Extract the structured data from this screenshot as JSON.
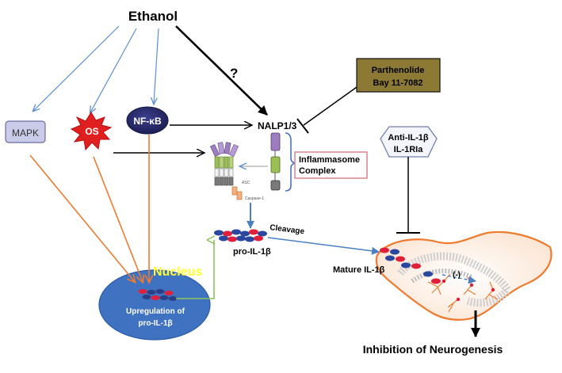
{
  "labels": {
    "ethanol": "Ethanol",
    "question": "?",
    "mapk": "MAPK",
    "os": "OS",
    "nfkb": "NF-κB",
    "nalp": "NALP1/3",
    "parthenolide": "Parthenolide",
    "bay": "Bay  11-7082",
    "anti_il1b": "Anti-IL-1β",
    "il1ria": "IL-1RIa",
    "inflammasome_line1": "Inflammasome",
    "inflammasome_line2": "Complex",
    "asc": "ASC",
    "caspase": "Caspase-1",
    "cleavage": "Cleavage",
    "pro_il1b": "pro-IL-1β",
    "mature_il1b": "Mature IL-1β",
    "minus": "(-)",
    "nucleus": "Nucleus",
    "upregulation_line1": "Upregulation of",
    "upregulation_line2": "pro-IL-1β",
    "inhibition": "Inhibition of Neurogenesis"
  },
  "colors": {
    "blue_arrow": "#5b8fd0",
    "orange_arrow": "#ee7b30",
    "green_arrow": "#8ac45a",
    "nucleus_fill": "#3f72c0",
    "nucleus_label": "#ffff33",
    "os_fill": "#e02020",
    "nfkb_fill": "#2b2d6e",
    "mapk_fill": "#c9cbe8",
    "inhibitor_box": "#8c7a34",
    "pink_border": "#d87a86",
    "purple": "#9d7cc0",
    "green_block": "#9cbf55",
    "gray_block": "#7a7a7a",
    "brain_outline": "#ee7b30"
  }
}
